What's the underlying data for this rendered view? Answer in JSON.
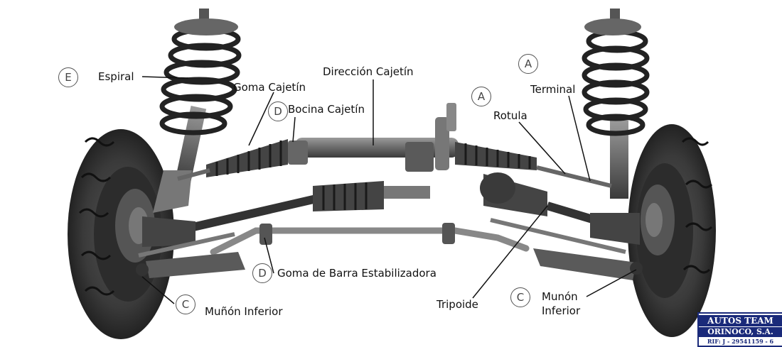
{
  "labels": {
    "espiral": "Espiral",
    "goma_cajetin": "Goma Cajetín",
    "direccion_cajetin": "Dirección Cajetín",
    "bocina_cajetin": "Bocina Cajetín",
    "terminal": "Terminal",
    "rotula": "Rotula",
    "goma_barra": "Goma de Barra Estabilizadora",
    "munon_inferior_left": "Muñón Inferior",
    "tripoide": "Tripoide",
    "munon_inferior_right_1": "Munón",
    "munon_inferior_right_2": "Inferior"
  },
  "markers": {
    "e": "E",
    "d_top": "D",
    "a_top": "A",
    "a_mid": "A",
    "d_bottom": "D",
    "c_left": "C",
    "c_right": "C"
  },
  "logo": {
    "line1": "AUTOS TEAM",
    "line2": "ORINOCO, S.A.",
    "line3": "RIF: J - 29541159 - 6"
  }
}
